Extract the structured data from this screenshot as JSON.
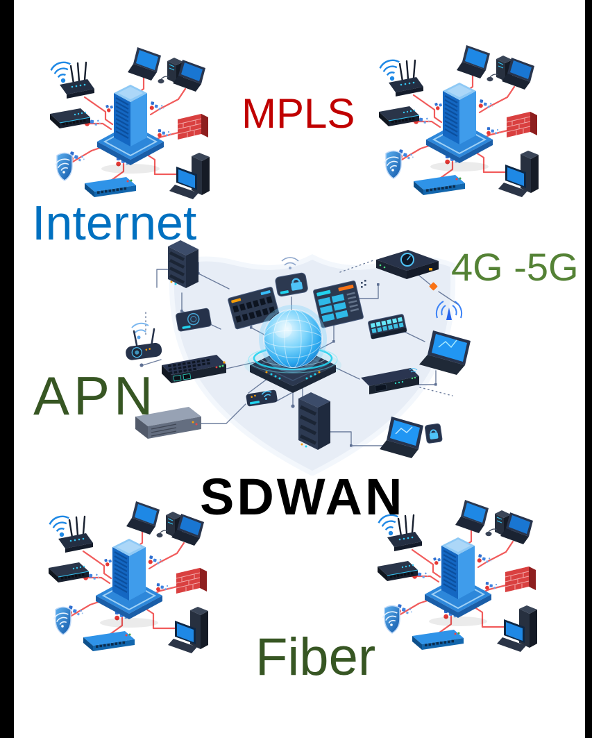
{
  "page": {
    "background": "#ffffff",
    "left_bar_color": "#000000",
    "right_bar_color": "#000000"
  },
  "labels": {
    "mpls": {
      "text": "MPLS",
      "color": "#C00000"
    },
    "internet": {
      "text": "Internet",
      "color": "#0070C0"
    },
    "cellular": {
      "text": "4G -5G",
      "color": "#548235"
    },
    "apn": {
      "text": "APN",
      "color": "#375623"
    },
    "sdwan": {
      "text": "SDWAN",
      "color": "#000000"
    },
    "fiber": {
      "text": "Fiber",
      "color": "#375623"
    }
  },
  "illustration": {
    "hub": {
      "name": "sdwan-hub-globe",
      "depicted_devices": [
        "globe-core",
        "shield-background",
        "server-rack",
        "patch-panel",
        "lock-device",
        "dashboard-panel",
        "clock-device",
        "keypad-device",
        "wifi-router",
        "antenna-laptop",
        "long-switch",
        "storage-box",
        "mini-wifi-device",
        "edge-router",
        "secure-laptop"
      ]
    },
    "branch": {
      "name": "branch-network-cluster",
      "depicted_devices": [
        "wifi-router",
        "network-switch",
        "wifi-shield",
        "blue-switch",
        "server-tower",
        "workstation",
        "laptop",
        "firewall-wall",
        "desktop-pc"
      ],
      "link_color": "#f15b5b"
    }
  }
}
